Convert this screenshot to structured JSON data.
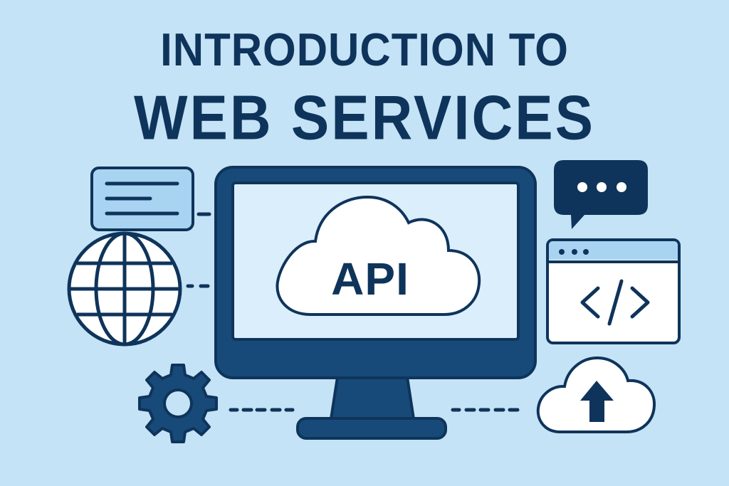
{
  "title": {
    "line1": "INTRODUCTION TO",
    "line2": "WEB SERVICES"
  },
  "center": {
    "device": "desktop-monitor",
    "screen_label": "API",
    "screen_icon": "cloud-icon"
  },
  "side_icons": {
    "left": [
      "document-card-icon",
      "globe-icon",
      "gear-icon"
    ],
    "right": [
      "chat-bubble-icon",
      "code-window-icon",
      "cloud-upload-icon"
    ]
  },
  "chat_bubble": {
    "text": "•••"
  },
  "code_window": {
    "text": "</>"
  },
  "colors": {
    "background": "#c5e3f6",
    "primary_dark": "#0f345b",
    "monitor": "#174a79",
    "screen": "#dbeefb",
    "accent_light": "#a9d4f1",
    "white": "#ffffff"
  }
}
